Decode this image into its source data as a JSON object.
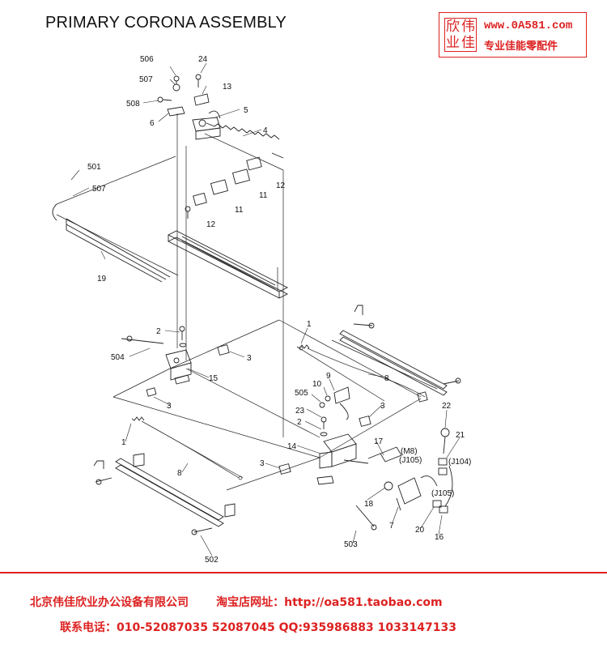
{
  "title": "PRIMARY CORONA ASSEMBLY",
  "logo": {
    "chars": [
      "欣",
      "伟",
      "业",
      "佳"
    ],
    "url": "www.0A581.com",
    "tagline": "专业佳能零配件"
  },
  "callouts": {
    "c506": "506",
    "c24": "24",
    "c507a": "507",
    "c13": "13",
    "c508": "508",
    "c5": "5",
    "c6": "6",
    "c4": "4",
    "c501": "501",
    "c507b": "507",
    "c12a": "12",
    "c11a": "11",
    "c11b": "11",
    "c12b": "12",
    "c19": "19",
    "c2a": "2",
    "c1a": "1",
    "c504": "504",
    "c3a": "3",
    "c15": "15",
    "c9": "9",
    "c10": "10",
    "c8a": "8",
    "c505": "505",
    "c3b": "3",
    "c3c": "3",
    "c23": "23",
    "c22": "22",
    "c2b": "2",
    "c1b": "1",
    "c21": "21",
    "c14": "14",
    "c17": "17",
    "c8b": "8",
    "c3d": "3",
    "c18": "18",
    "c7": "7",
    "c20": "20",
    "c16": "16",
    "c503": "503",
    "c502": "502"
  },
  "connector_labels": {
    "m8": "(M8)",
    "j105a": "(J105)",
    "j104": "(J104)",
    "j105b": "(J105)"
  },
  "footer": {
    "line1": "北京伟佳欣业办公设备有限公司       淘宝店网址：http://oa581.taobao.com",
    "line2": "联系电话：010-52087035 52087045 QQ:935986883 1033147133"
  },
  "colors": {
    "accent": "#dd2222",
    "ink": "#111111"
  }
}
